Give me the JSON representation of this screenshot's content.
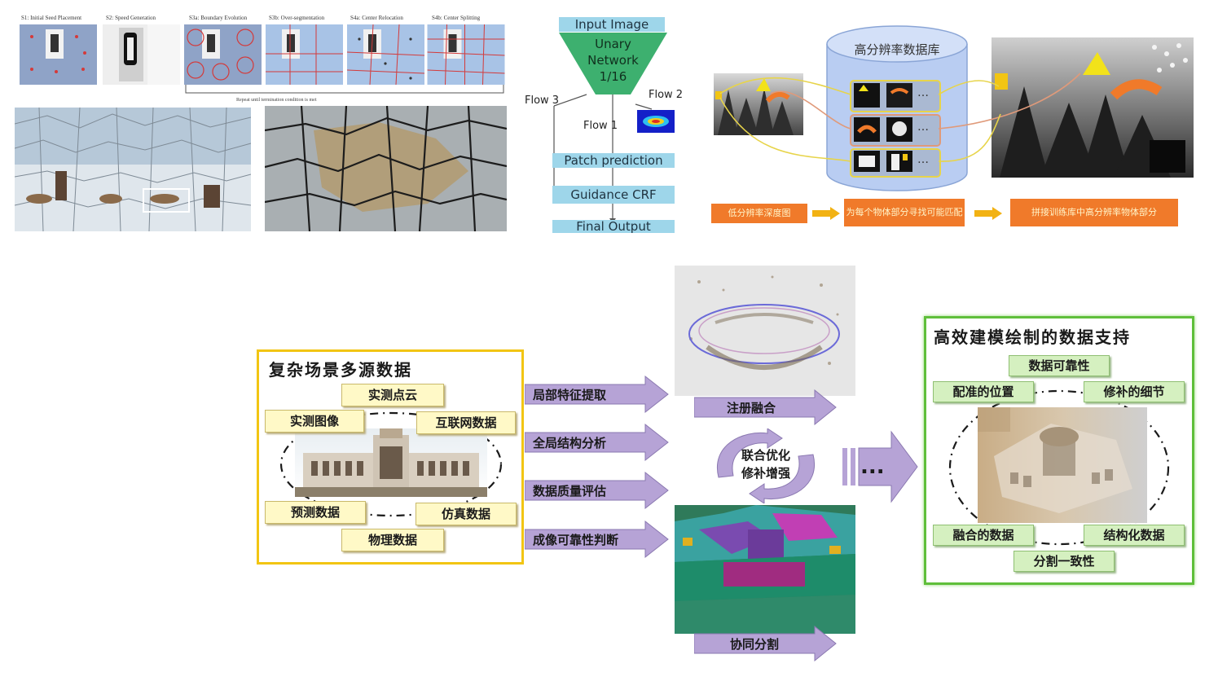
{
  "superpixel_panel": {
    "step_titles": [
      "S1: Initial Seed Placement",
      "S2: Speed Generation",
      "S3a: Boundary Evolution",
      "S3b: Over-segmentation",
      "S4a: Center Relocation",
      "S4b: Center Splitting"
    ],
    "repeat_note": "Repeat until termination condition is met"
  },
  "flow_diagram": {
    "input_label": "Input Image",
    "network_label_1": "Unary",
    "network_label_2": "Network",
    "network_label_3": "1/16",
    "flow3_label": "Flow 3",
    "flow2_label": "Flow 2",
    "flow1_label": "Flow 1",
    "patch_label": "Patch prediction",
    "crf_label": "Guidance CRF",
    "output_label": "Final Output"
  },
  "database_panel": {
    "db_title": "高分辨率数据库",
    "ellipsis": "…",
    "step1": "低分辨率深度图",
    "step2": "为每个物体部分寻找可能匹配",
    "step3": "拼接训练库中高分辨率物体部分"
  },
  "bottom_diagram": {
    "left_title": "复杂场景多源数据",
    "sources": {
      "point_cloud": "实测点云",
      "measured_image": "实测图像",
      "internet_data": "互联网数据",
      "predicted_data": "预测数据",
      "simulation_data": "仿真数据",
      "physical_data": "物理数据"
    },
    "arrows": {
      "local_features": "局部特征提取",
      "global_structure": "全局结构分析",
      "data_quality": "数据质量评估",
      "imaging_reliability": "成像可靠性判断"
    },
    "register_label": "注册融合",
    "cycle_line1": "联合优化",
    "cycle_line2": "修补增强",
    "cosegment_label": "协同分割",
    "big_arrow_text": "...",
    "right_title": "高效建模绘制的数据支持",
    "outputs": {
      "reliability": "数据可靠性",
      "registration": "配准的位置",
      "repaired_detail": "修补的细节",
      "fused_data": "融合的数据",
      "structured_data": "结构化数据",
      "seg_consistency": "分割一致性"
    }
  },
  "colors": {
    "flow_box": "#9ed6ea",
    "flow_funnel": "#3db06f",
    "db_cylinder": "#b9cdf2",
    "orange": "#f07a2a",
    "yellow_border": "#f2c513",
    "green_border": "#5fbf3a",
    "arrow_purple": "#b6a3d6"
  }
}
